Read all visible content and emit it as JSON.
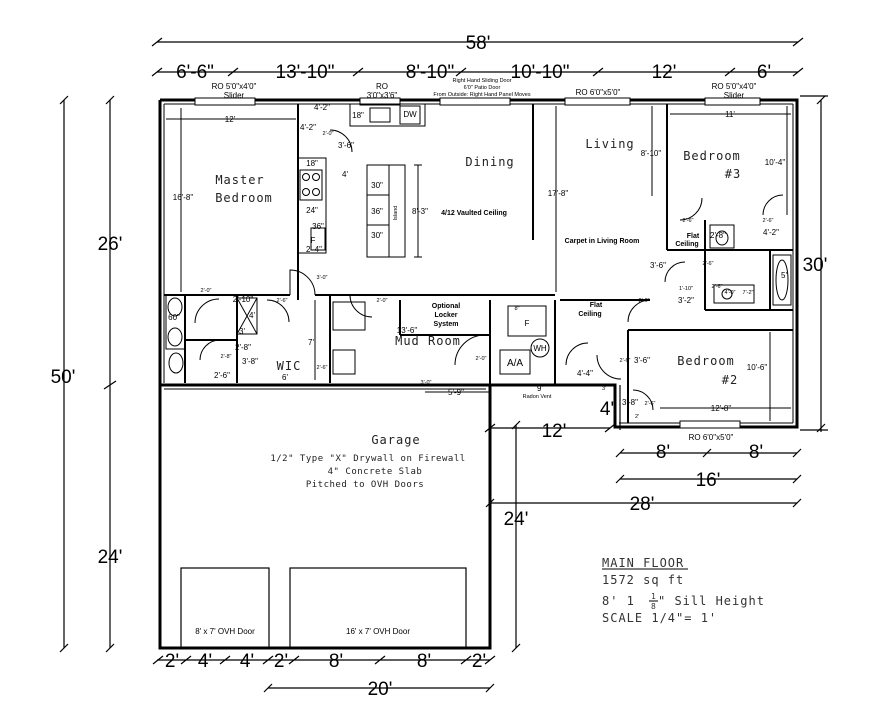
{
  "dimensions": {
    "overall_width": "58'",
    "top_segments": [
      "6'-6\"",
      "13'-10\"",
      "8'-10\"",
      "10'-10\"",
      "12'",
      "6'"
    ],
    "overall_depth": "50'",
    "left_upper": "26'",
    "left_lower": "24'",
    "right_house": "30'",
    "bedroom2_pair_a": "8'",
    "bedroom2_pair_b": "8'",
    "bedroom2_total": "16'",
    "house_offset": "28'",
    "garage_depth": "24'",
    "step_width": "12'",
    "step_depth": "4'",
    "garage_segments": [
      "2'",
      "4'",
      "4'",
      "2'",
      "8'",
      "8'",
      "2'"
    ],
    "garage_width": "20'"
  },
  "windows": {
    "w1_top": "RO 5'0\"x4'0\"",
    "w1_bottom": "Slider",
    "w2_top": "RO",
    "w2_bottom": "3'0\"x3'6\"",
    "patio_1": "Right Hand Sliding Door",
    "patio_2": "6'0\" Patio Door",
    "patio_3": "From Outside: Right Hand Panel Moves",
    "w3": "RO 6'0\"x5'0\"",
    "w4_top": "RO 5'0\"x4'0\"",
    "w4_bottom": "Slider",
    "w5": "RO 6'0\"x5'0\""
  },
  "rooms": {
    "master_1": "Master",
    "master_2": "Bedroom",
    "dining": "Dining",
    "living": "Living",
    "bedroom3_1": "Bedroom",
    "bedroom3_2": "#3",
    "bedroom2_1": "Bedroom",
    "bedroom2_2": "#2",
    "mud": "Mud Room",
    "wic": "WIC",
    "garage": "Garage",
    "aa": "A/A",
    "wh": "WH",
    "f_kitchen": "F",
    "f_mud": "F"
  },
  "kitchen": {
    "dw": "DW",
    "d18a": "18\"",
    "d18b": "18\"",
    "d24": "24\"",
    "d36a": "36\"",
    "d30a": "30\"",
    "d36b": "36\"",
    "d30b": "30\"",
    "d4": "4'",
    "d36ft": "3'-6\"",
    "d42a": "4'-2\"",
    "d42b": "4'-2\"",
    "d20": "2'-0\"",
    "d24ft": "2'-4\"",
    "island_h": "8'-3\"",
    "vaulted": "4/12 Vaulted Ceiling",
    "island_label": "Island"
  },
  "labels": {
    "carpet": "Carpet in Living Room",
    "flat_1": "Flat",
    "flat_2": "Ceiling",
    "flat_3": "Flat",
    "flat_4": "Ceiling",
    "locker_1": "Optional",
    "locker_2": "Locker",
    "locker_3": "System",
    "radon": "Radon Vent"
  },
  "small_dims": {
    "master_w": "12'",
    "master_h": "16'-8\"",
    "dining_h": "17'-8\"",
    "living_h": "8'-10\"",
    "bed3_w": "11'",
    "bed3_h": "10'-4\"",
    "bed2_w": "12'-8\"",
    "bed2_h": "10'-6\"",
    "mud_w": "13'-6\"",
    "wic_w": "6'",
    "wic_h": "7'",
    "tub": "60\"",
    "hall_a": "3'-6\"",
    "hall_b": "4'-2\"",
    "hall_c": "3'-2\"",
    "hall_d": "2'-8\"",
    "mud_d": "5'-9\"",
    "mud_e": "9'",
    "b2_a": "3'-6\"",
    "b2_b": "3'-8\"",
    "b2_c": "4'-4\"",
    "bath_a": "2'-10\"",
    "bath_b": "2'-8\"",
    "bath_c": "3'-8\"",
    "bath_d": "4'",
    "bath_e": "3'",
    "d20": "2'-0\"",
    "d30": "3'-0\"",
    "d28": "2'-8\"",
    "d26": "2'-6\"",
    "d10": "1'-10\"",
    "d5": "5'",
    "d8": "8\"",
    "d2": "2'",
    "d3": "3'",
    "d72": "7'-2\"",
    "d40": "4'-0\""
  },
  "garage": {
    "note1": "1/2\" Type \"X\" Drywall on Firewall",
    "note2": "4\" Concrete Slab",
    "note3": "Pitched to OVH Doors",
    "door1": "8' x 7' OVH Door",
    "door2": "16' x 7' OVH Door"
  },
  "title_block": {
    "title": "MAIN FLOOR",
    "area": "1572 sq ft",
    "sill_pre": "8' 1",
    "sill_num": "1",
    "sill_den": "8",
    "sill_post": "\" Sill Height",
    "scale": "SCALE 1/4\"= 1'"
  }
}
